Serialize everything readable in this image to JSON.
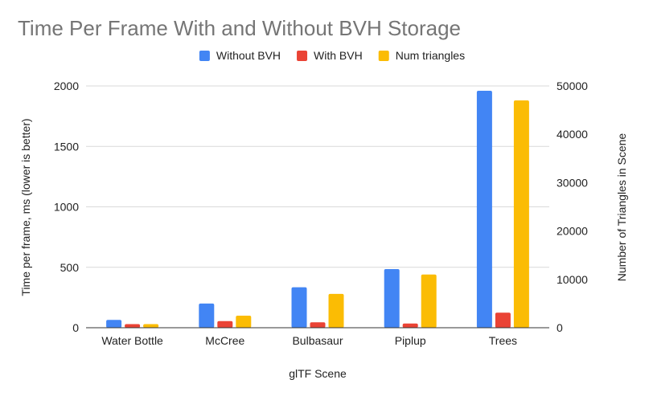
{
  "chart_data": {
    "type": "bar",
    "title": "Time Per Frame With and Without BVH Storage",
    "xlabel": "glTF Scene",
    "ylabel": "Time per frame, ms (lower is better)",
    "y2label": "Number of Triangles in Scene",
    "categories": [
      "Water Bottle",
      "McCree",
      "Bulbasaur",
      "Piplup",
      "Trees"
    ],
    "ylim": [
      0,
      2000
    ],
    "yticks": [
      0,
      500,
      1000,
      1500,
      2000
    ],
    "y2lim": [
      0,
      50000
    ],
    "y2ticks": [
      0,
      10000,
      20000,
      30000,
      40000,
      50000
    ],
    "grid": true,
    "legend_position": "top",
    "series": [
      {
        "name": "Without BVH",
        "axis": "left",
        "color": "#4285f4",
        "values": [
          65,
          200,
          335,
          485,
          1960
        ]
      },
      {
        "name": "With BVH",
        "axis": "left",
        "color": "#ea4335",
        "values": [
          30,
          55,
          45,
          35,
          125
        ]
      },
      {
        "name": "Num triangles",
        "axis": "right",
        "color": "#fbbc04",
        "values": [
          750,
          2500,
          7000,
          11000,
          47000
        ]
      }
    ]
  }
}
